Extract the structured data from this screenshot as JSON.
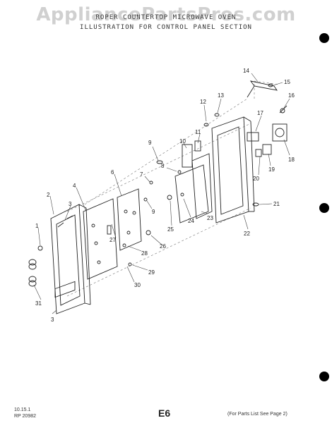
{
  "watermark": "AppliancePartsPros.com",
  "title_line1": "ROPER COUNTERTOP MICROWAVE OVEN",
  "title_line2": "ILLUSTRATION FOR CONTROL PANEL SECTION",
  "footer_code1": "10.15.1",
  "footer_code2": "RP 20982",
  "page_number": "E6",
  "parts_list_note": "(For Parts List See Page 2)",
  "callouts": {
    "c1": "1",
    "c2": "2",
    "c3a": "3",
    "c3b": "3",
    "c3c": "3",
    "c4": "4",
    "c6": "6",
    "c7": "7",
    "c8": "8",
    "c9a": "9",
    "c9b": "9",
    "c10": "10",
    "c11": "11",
    "c12": "12",
    "c13": "13",
    "c14": "14",
    "c15": "15",
    "c16": "16",
    "c17": "17",
    "c18": "18",
    "c19": "19",
    "c20": "20",
    "c21": "21",
    "c22": "22",
    "c23": "23",
    "c24": "24",
    "c25": "25",
    "c26": "26",
    "c27": "27",
    "c28": "28",
    "c29": "29",
    "c30": "30",
    "c31": "31"
  }
}
